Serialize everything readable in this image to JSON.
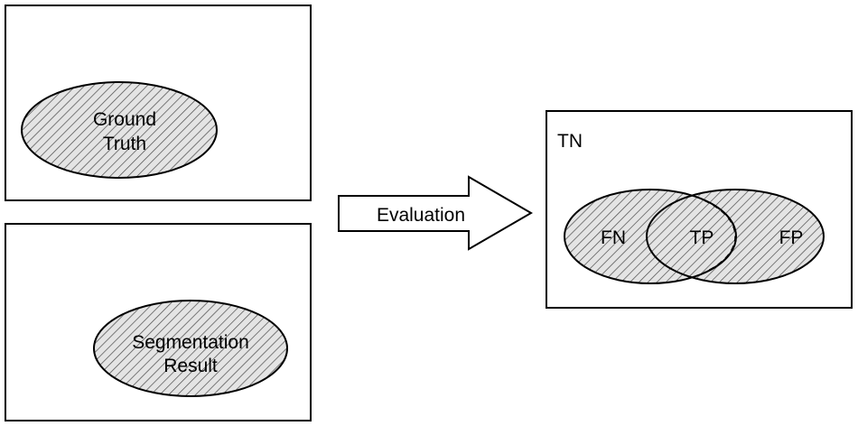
{
  "ground_truth": {
    "label_line1": "Ground",
    "label_line2": "Truth"
  },
  "segmentation": {
    "label_line1": "Segmentation",
    "label_line2": "Result"
  },
  "arrow": {
    "label": "Evaluation"
  },
  "evaluation_panel": {
    "tn_label": "TN",
    "fn_label": "FN",
    "tp_label": "TP",
    "fp_label": "FP"
  },
  "colors": {
    "region_fill": "#e4e4e4",
    "hatch": "#4a4a4a",
    "stroke": "#000000",
    "background": "#ffffff"
  }
}
